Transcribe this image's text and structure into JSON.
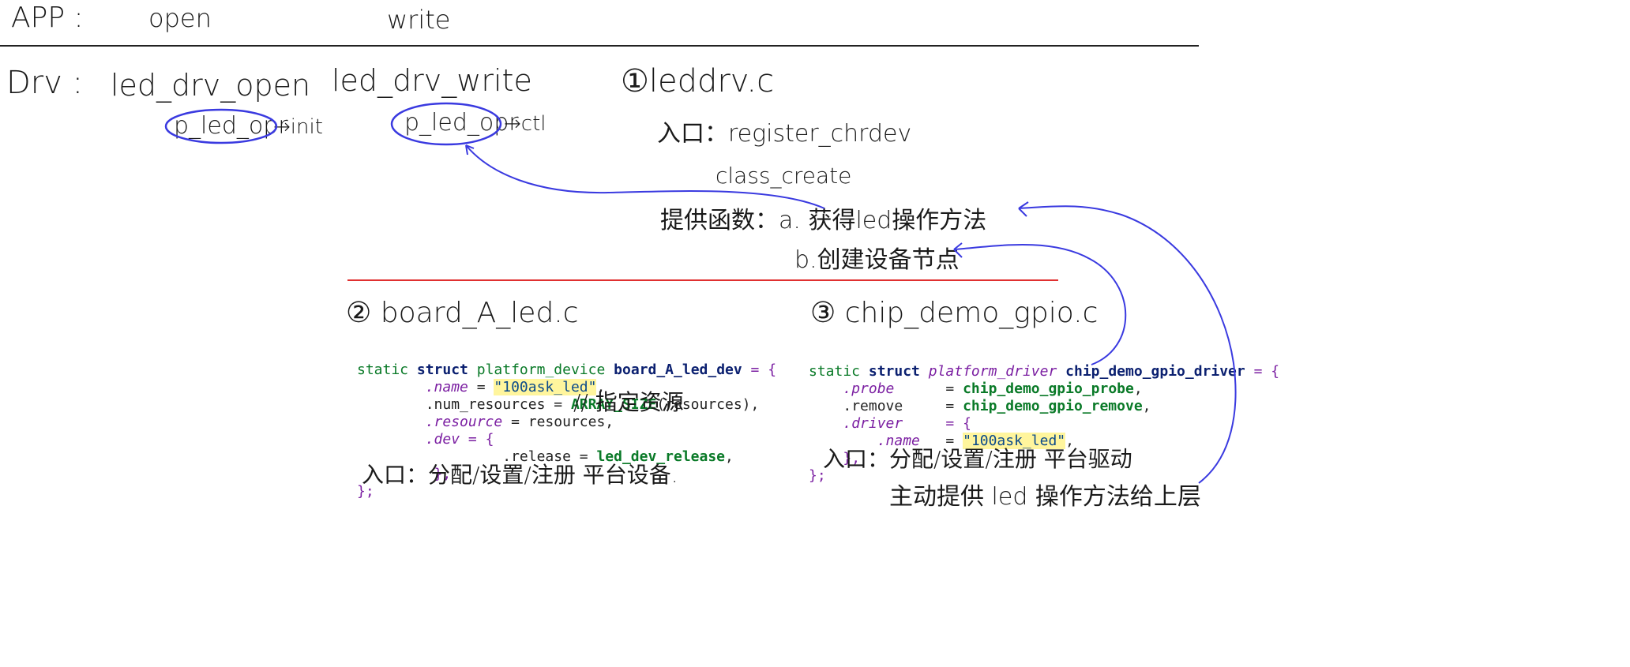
{
  "app": {
    "label": "APP :",
    "open": "open",
    "write": "write"
  },
  "drv": {
    "label": "Drv :",
    "open_fn": "led_drv_open",
    "write_fn": "led_drv_write",
    "opr_left": "p_led_opr",
    "opr_left_suffix": "→init",
    "opr_right": "p_led_opr",
    "opr_right_suffix": "→ctl"
  },
  "leddrv": {
    "title": "①leddrv.c",
    "entry": "入口：register_chrdev",
    "class_create": "class_create",
    "provides_a": "提供函数：a. 获得led操作方法",
    "provides_b": "b.创建设备节点"
  },
  "board": {
    "title": "② board_A_led.c",
    "code": {
      "l1_kw": "static",
      "l1_struct": "struct",
      "l1_type": "platform_device",
      "l1_name": "board_A_led_dev",
      "l1_tail": " = {",
      "l2_prop": ".name",
      "l2_eq": " = ",
      "l2_str": "\"100ask_led\"",
      "l2_tail": ",",
      "l3_prop": ".num_resources",
      "l3_eq": " = ",
      "l3_fn": "ARRAY_SIZE",
      "l3_tail": "(resources),",
      "l4_prop": ".resource",
      "l4_eq": " = resources,",
      "l5_prop": ".dev",
      "l5_tail": " = {",
      "l6_prop": ".release",
      "l6_eq": " = ",
      "l6_fn": "led_dev_release",
      "l6_tail": ",",
      "l7": "},",
      "l8": "};"
    },
    "note_resource": "// 指定资源",
    "entry": "入口：分配/设置/注册 平台设备."
  },
  "chip": {
    "title": "③ chip_demo_gpio.c",
    "code": {
      "l1_kw": "static",
      "l1_struct": "struct",
      "l1_type": "platform_driver",
      "l1_name": "chip_demo_gpio_driver",
      "l1_tail": " = {",
      "l2_prop": ".probe",
      "l2_eq": "      = ",
      "l2_fn": "chip_demo_gpio_probe",
      "l2_tail": ",",
      "l3_prop": ".remove",
      "l3_eq": "     = ",
      "l3_fn": "chip_demo_gpio_remove",
      "l3_tail": ",",
      "l4_prop": ".driver",
      "l4_eq": "     = {",
      "l5_prop": ".name",
      "l5_eq": "   = ",
      "l5_str": "\"100ask_led\"",
      "l5_tail": ",",
      "l6": "},",
      "l7": "};"
    },
    "entry": "入口：分配/设置/注册 平台驱动",
    "provide": "主动提供 led 操作方法给上层"
  },
  "colors": {
    "ink": "#1a1a1a",
    "pen_blue": "#3a3ae0",
    "separator_red": "#e03030",
    "rule_black": "#222222"
  }
}
